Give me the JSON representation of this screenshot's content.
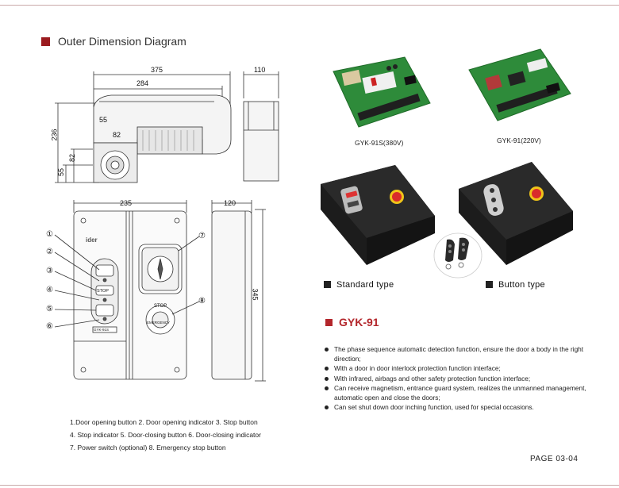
{
  "section_title": "Outer Dimension Diagram",
  "dimensions": {
    "motor_width": "375",
    "motor_inner": "284",
    "motor_side": "110",
    "motor_height": "236",
    "d55_top": "55",
    "d82_top": "82",
    "d82_left": "82",
    "d55_left": "55",
    "box_width": "235",
    "box_side": "120",
    "box_height": "345"
  },
  "callouts": [
    "①",
    "②",
    "③",
    "④",
    "⑤",
    "⑥",
    "⑦",
    "⑧"
  ],
  "panel_labels": {
    "stop_btn": "STOP",
    "logo": "ider",
    "model_tag": "GYK-91S",
    "stop_ring": "STOP",
    "emergency": "EMERGENCY"
  },
  "legend": [
    "1.Door opening button  2. Door opening indicator  3. Stop button",
    "4. Stop indicator  5. Door-closing button  6. Door-closing indicator",
    "7. Power switch (optional)  8. Emergency stop button"
  ],
  "board_captions": [
    "GYK-91S(380V)",
    "GYK-91(220V)"
  ],
  "types": {
    "standard": "Standard type",
    "button": "Button type"
  },
  "product_title": "GYK-91",
  "features": [
    "The phase sequence automatic detection function, ensure the door a body in the right direction;",
    "With a door in door interlock protection function interface;",
    "With infrared, airbags and other safety protection function interface;",
    "Can receive magnetism, entrance guard system, realizes the unmanned management, automatic open and close  the doors;",
    "Can set shut down door inching function, used for special occasions."
  ],
  "page": "PAGE 03-04",
  "colors": {
    "accent": "#9b1b1f",
    "red_title": "#b3262b",
    "pcb_green": "#2e8b3a"
  }
}
